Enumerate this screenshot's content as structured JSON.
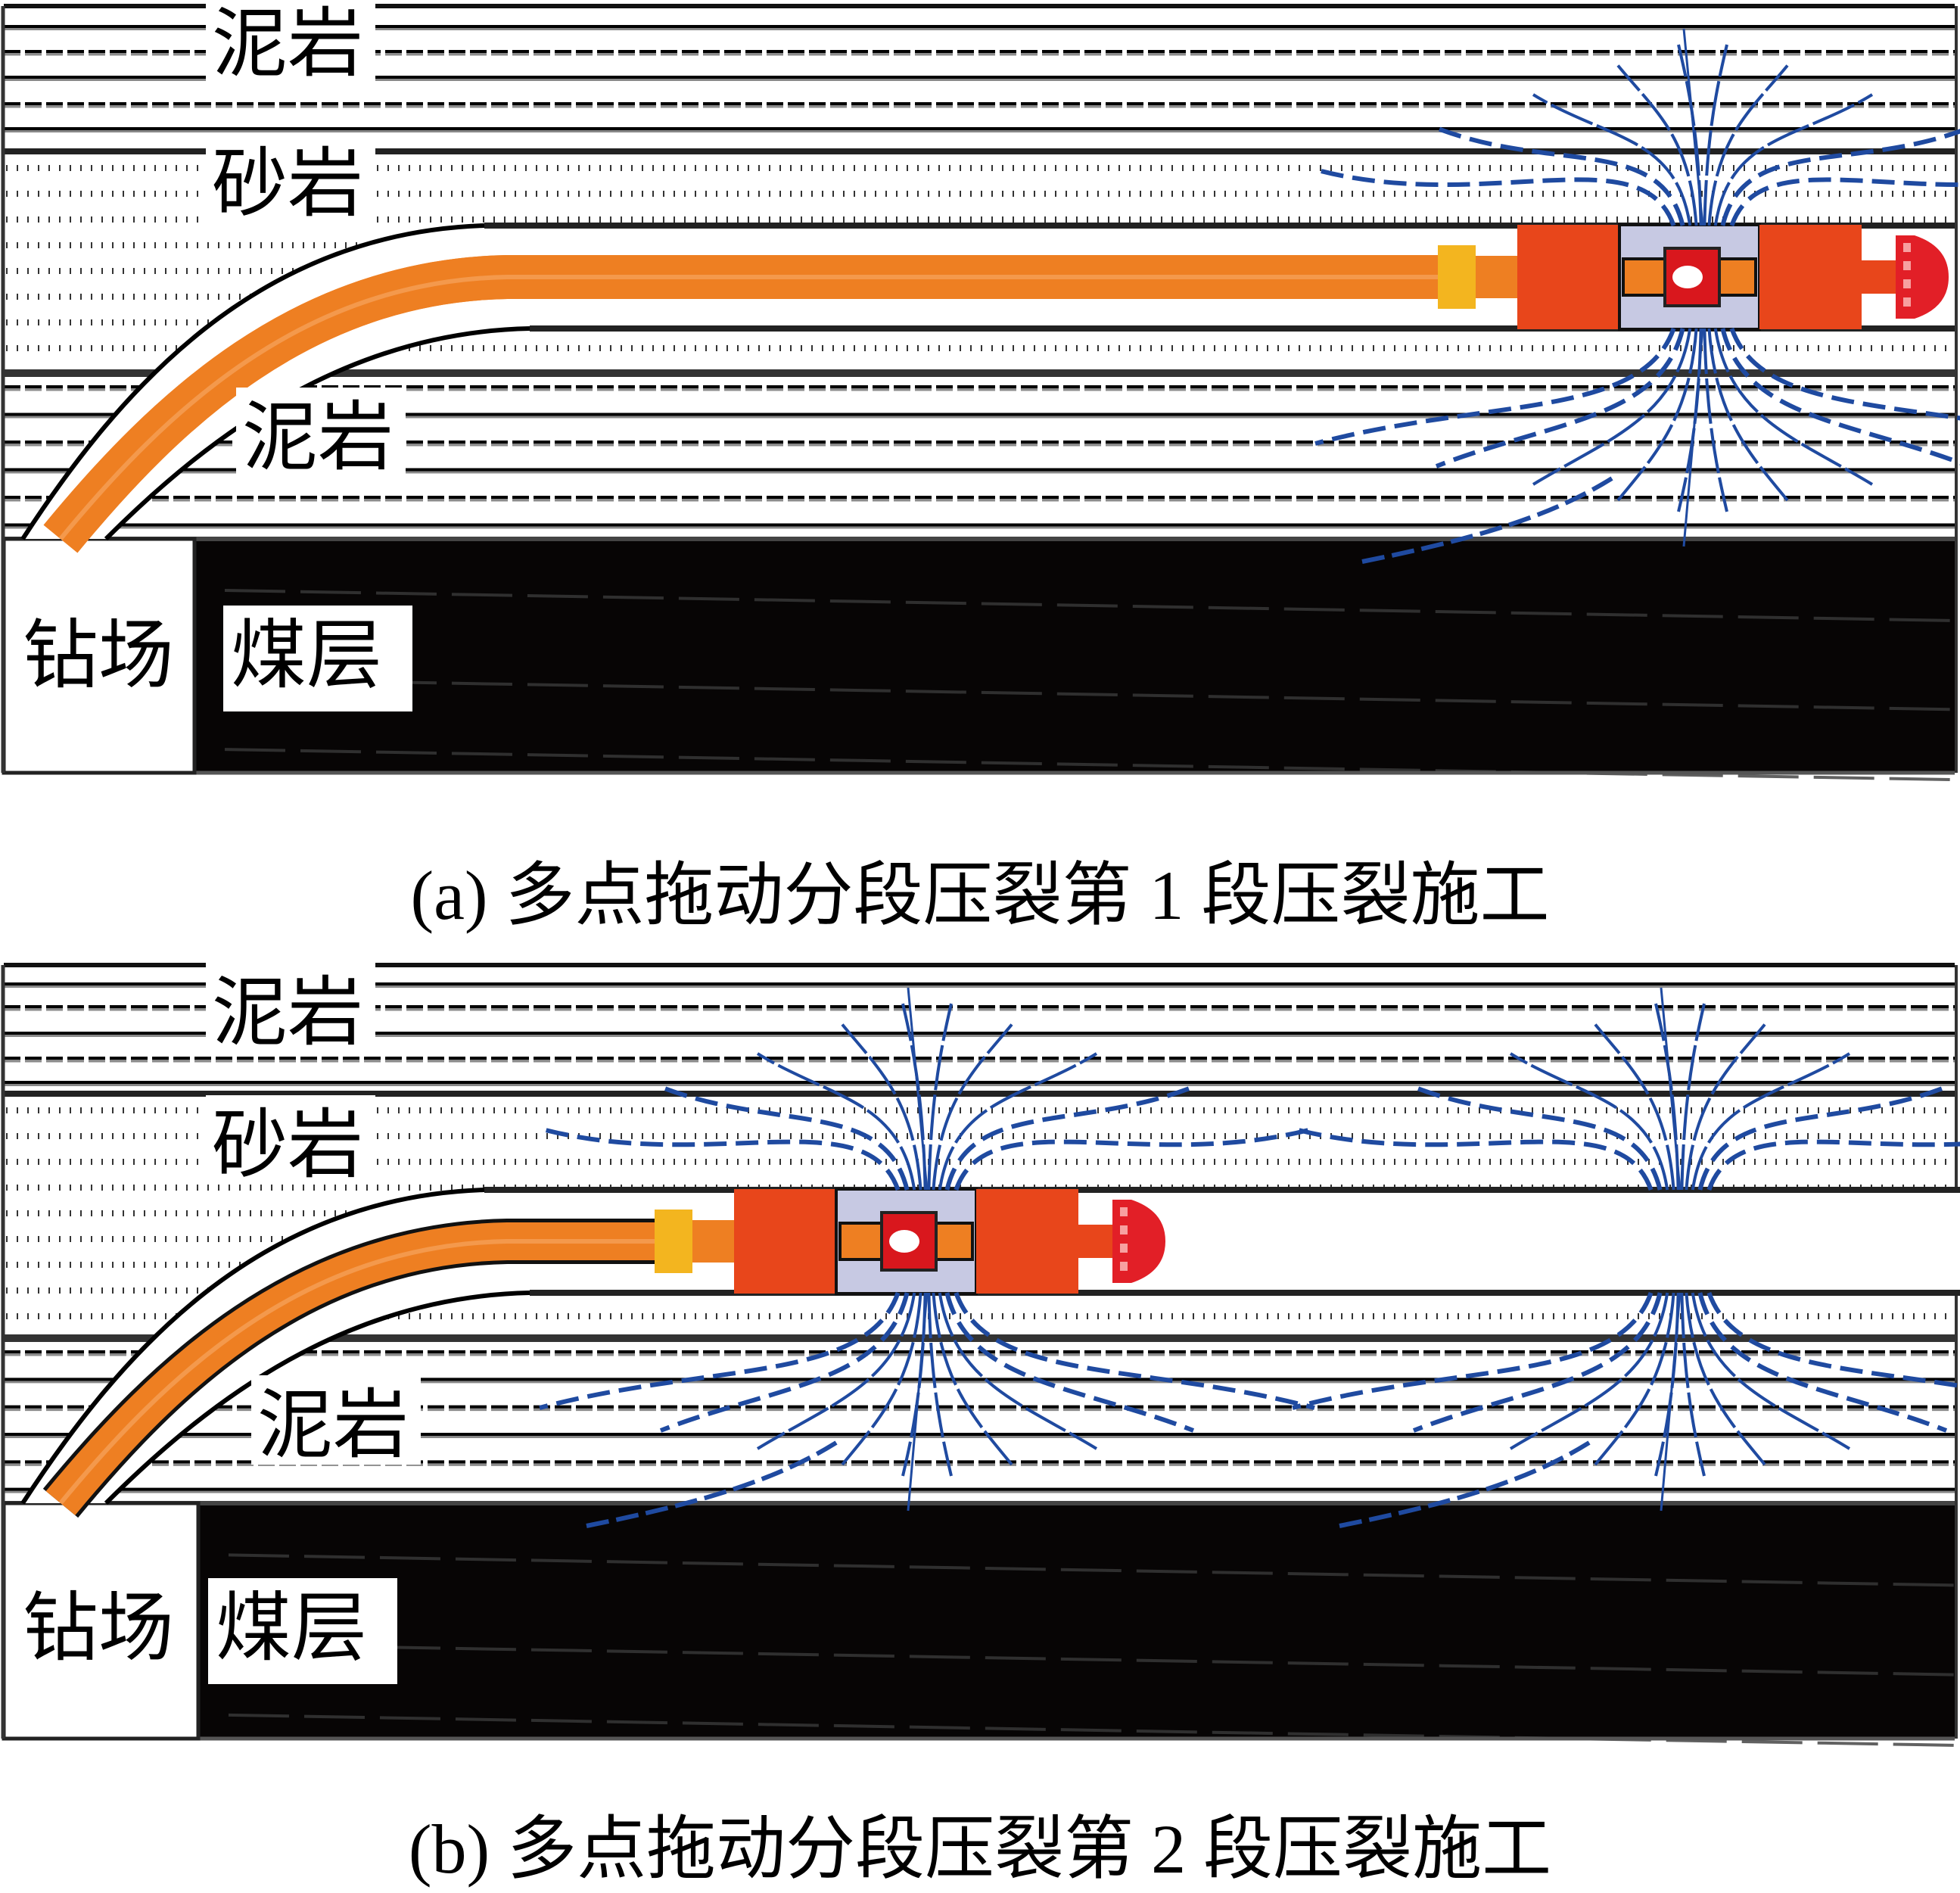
{
  "figure": {
    "colors": {
      "mudstone_line": "#000000",
      "mudstone_dash_shadow": "#8c8c8c",
      "sandstone_dot": "#333333",
      "coal": "#070505",
      "coal_streak": "#3a3a3a",
      "tubing": "#ee7f22",
      "tubing_highlight": "#f6a45e",
      "connector": "#f3b51f",
      "packer": "#e8461b",
      "sleeve": "#c7c9e3",
      "jet_tool": "#d9171d",
      "guide_shoe": "#e21f27",
      "fracture_line": "#1f4aa0"
    },
    "panels": [
      {
        "id": "a",
        "labels": {
          "upper_mudstone": "泥岩",
          "sandstone": "砂岩",
          "lower_mudstone": "泥岩",
          "drill_site": "钻场",
          "coal_seam": "煤层"
        },
        "stage": 1,
        "caption": "(a) 多点拖动分段压裂第 1 段压裂施工"
      },
      {
        "id": "b",
        "labels": {
          "upper_mudstone": "泥岩",
          "sandstone": "砂岩",
          "lower_mudstone": "泥岩",
          "drill_site": "钻场",
          "coal_seam": "煤层"
        },
        "stage": 2,
        "caption": "(b) 多点拖动分段压裂第 2 段压裂施工"
      }
    ]
  }
}
